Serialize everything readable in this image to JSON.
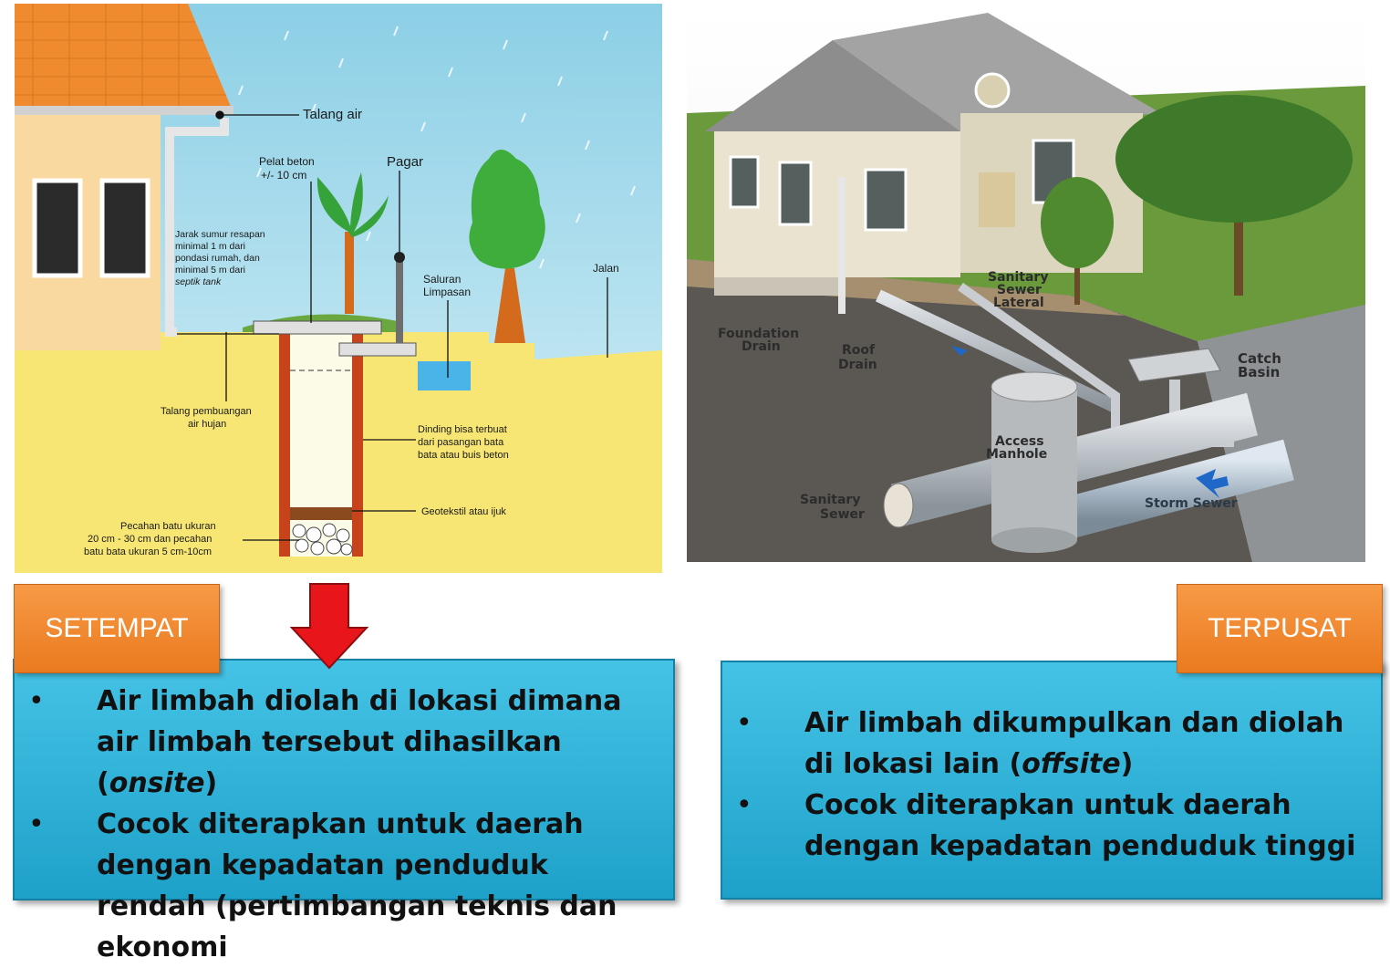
{
  "onsite_diagram": {
    "labels": {
      "gutter": "Talang air",
      "concrete_plate": "Pelat beton",
      "concrete_plate_thickness": "+/- 10 cm",
      "fence": "Pagar",
      "distance_note": [
        "Jarak sumur resapan",
        "minimal 1 m dari",
        "pondasi rumah, dan",
        "minimal 5 m dari",
        "septik tank"
      ],
      "overflow_channel": [
        "Saluran",
        "Limpasan"
      ],
      "road": "Jalan",
      "downspout": [
        "Talang pembuangan",
        "air hujan"
      ],
      "wall_note": [
        "Dinding bisa terbuat",
        "dari pasangan bata",
        "bata atau buis beton"
      ],
      "geotextile": "Geotekstil atau ijuk",
      "gravel_note": [
        "Pecahan batu ukuran",
        "20 cm - 30 cm dan pecahan",
        "batu bata ukuran 5 cm-10cm"
      ]
    }
  },
  "offsite_diagram": {
    "labels": {
      "sanitary_lateral": [
        "Sanitary",
        "Sewer",
        "Lateral"
      ],
      "foundation_drain": [
        "Foundation",
        "Drain"
      ],
      "roof_drain": [
        "Roof",
        "Drain"
      ],
      "catch_basin": [
        "Catch",
        "Basin"
      ],
      "access_manhole": [
        "Access",
        "Manhole"
      ],
      "sanitary_sewer": [
        "Sanitary",
        "Sewer"
      ],
      "storm_sewer": "Storm Sewer"
    }
  },
  "tags": {
    "left": "SETEMPAT",
    "right": "TERPUSAT"
  },
  "box_left": {
    "bullet": "•",
    "item1_prefix": "Air limbah diolah di lokasi dimana air limbah tersebut dihasilkan (",
    "item1_italic": "onsite",
    "item1_suffix": ")",
    "item2": "Cocok diterapkan untuk daerah dengan kepadatan penduduk rendah (pertimbangan teknis dan ekonomi"
  },
  "box_right": {
    "bullet": "•",
    "item1_prefix": "Air limbah dikumpulkan dan diolah di lokasi lain (",
    "item1_italic": "offsite",
    "item1_suffix": ")",
    "item2": "Cocok diterapkan untuk daerah dengan kepadatan penduduk tinggi"
  },
  "colors": {
    "tag_orange": "#ef8a2c",
    "box_blue": "#2bb2d9",
    "arrow_red": "#e8151b"
  }
}
